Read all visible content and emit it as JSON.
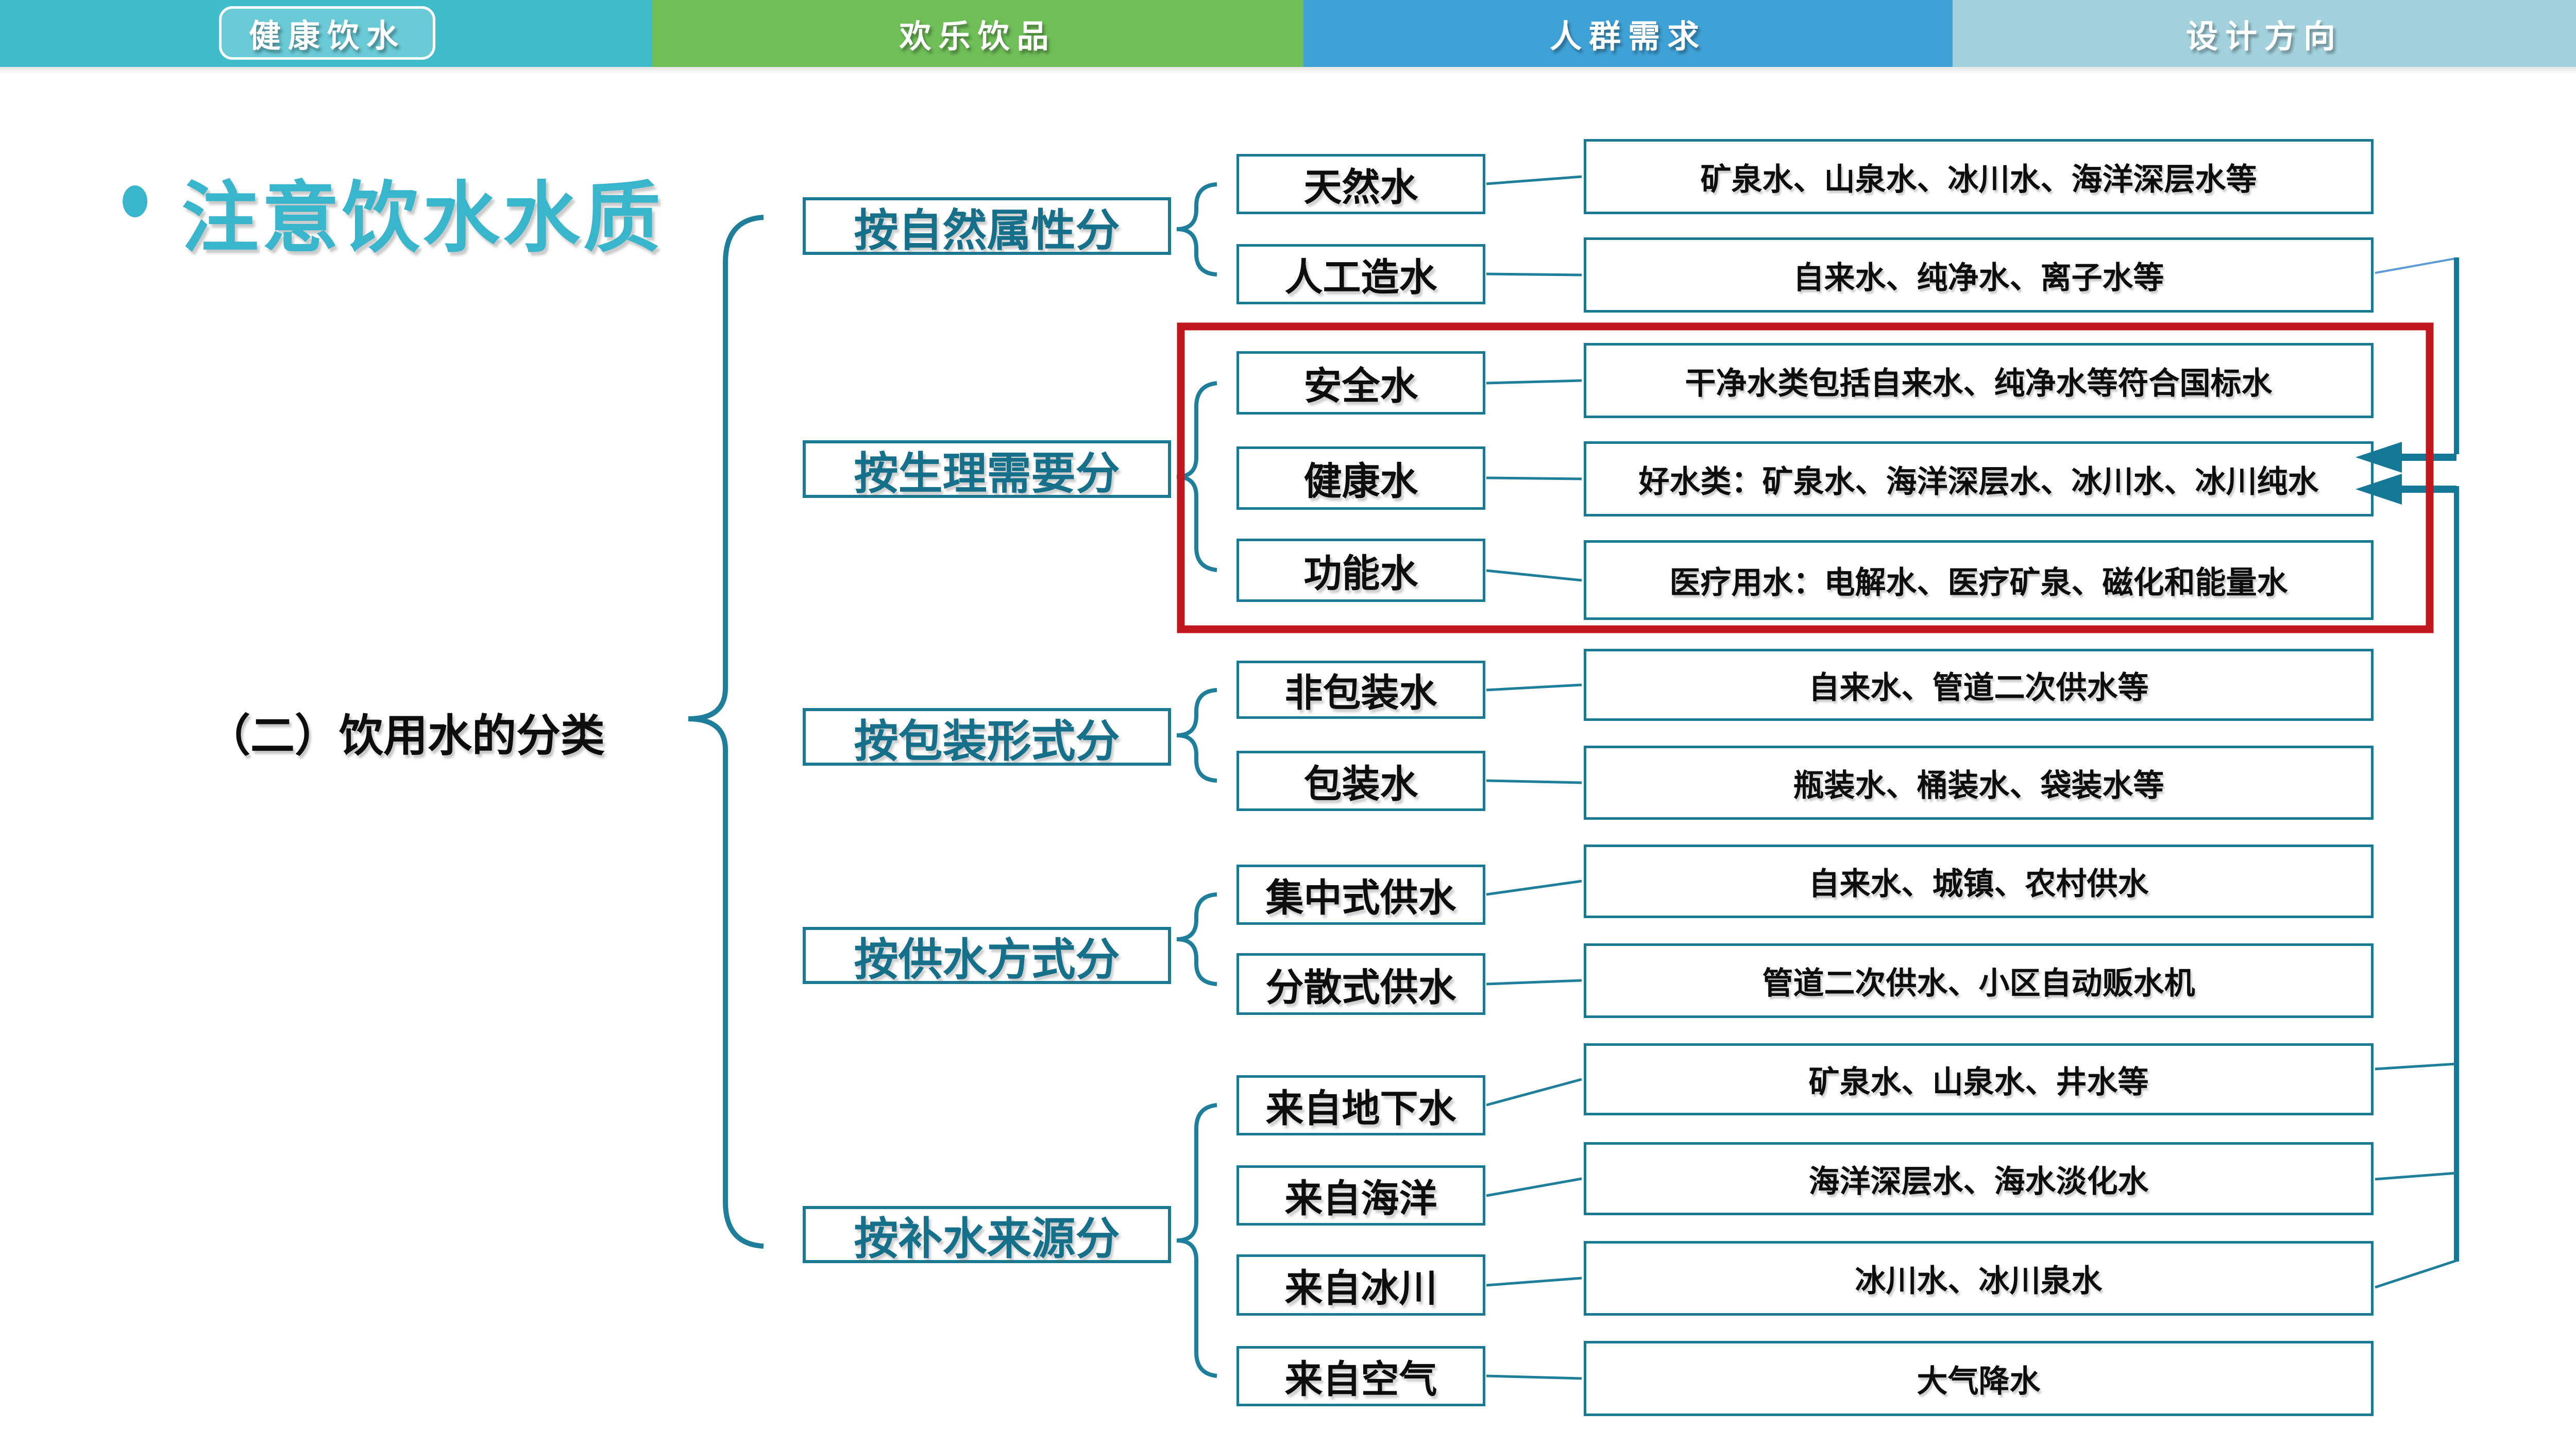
{
  "nav": {
    "tabs": [
      {
        "label": "健康饮水",
        "color": "#41BCCB",
        "active": true
      },
      {
        "label": "欢乐饮品",
        "color": "#6FBE58",
        "active": false
      },
      {
        "label": "人群需求",
        "color": "#3FA2D7",
        "active": false
      },
      {
        "label": "设计方向",
        "color": "#A3D2DE",
        "active": false
      }
    ]
  },
  "title": {
    "bullet": "•",
    "text": "注意饮水水质",
    "color": "#3AB6CC"
  },
  "tree": {
    "root_label": "（二）饮用水的分类",
    "groups": [
      {
        "label": "按自然属性分",
        "children": [
          {
            "label": "天然水",
            "result": "矿泉水、山泉水、冰川水、海洋深层水等"
          },
          {
            "label": "人工造水",
            "result": "自来水、纯净水、离子水等"
          }
        ]
      },
      {
        "label": "按生理需要分",
        "children": [
          {
            "label": "安全水",
            "result": "干净水类包括自来水、纯净水等符合国标水"
          },
          {
            "label": "健康水",
            "result": "好水类：矿泉水、海洋深层水、冰川水、冰川纯水"
          },
          {
            "label": "功能水",
            "result": "医疗用水：电解水、医疗矿泉、磁化和能量水"
          }
        ]
      },
      {
        "label": "按包装形式分",
        "children": [
          {
            "label": "非包装水",
            "result": "自来水、管道二次供水等"
          },
          {
            "label": "包装水",
            "result": "瓶装水、桶装水、袋装水等"
          }
        ]
      },
      {
        "label": "按供水方式分",
        "children": [
          {
            "label": "集中式供水",
            "result": "自来水、城镇、农村供水"
          },
          {
            "label": "分散式供水",
            "result": "管道二次供水、小区自动贩水机"
          }
        ]
      },
      {
        "label": "按补水来源分",
        "children": [
          {
            "label": "来自地下水",
            "result": "矿泉水、山泉水、井水等"
          },
          {
            "label": "来自海洋",
            "result": "海洋深层水、海水淡化水"
          },
          {
            "label": "来自冰川",
            "result": "冰川水、冰川泉水"
          },
          {
            "label": "来自空气",
            "result": "大气降水"
          }
        ]
      }
    ],
    "colors": {
      "box_border_teal": "#1B7A91",
      "group_text_teal": "#17708A",
      "brace_teal": "#1F7F9B",
      "arrow_teal": "#147896",
      "highlight_red": "#C0181E",
      "link_blue": "#5B9BD5"
    }
  }
}
